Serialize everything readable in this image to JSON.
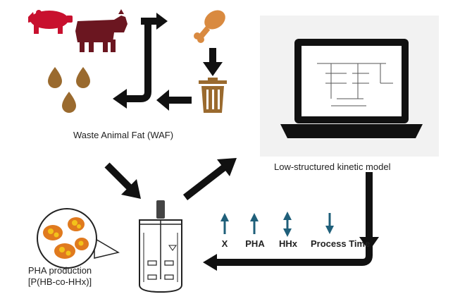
{
  "labels": {
    "waste_animal_fat": "Waste Animal Fat (WAF)",
    "model": "Low-structured kinetic model",
    "pha_production_line1": "PHA production",
    "pha_production_line2": "[P(HB-co-HHx)]"
  },
  "variables": [
    {
      "label": "X",
      "direction": "up"
    },
    {
      "label": "PHA",
      "direction": "up"
    },
    {
      "label": "HHx",
      "direction": "up-down"
    },
    {
      "label": "Process Time",
      "direction": "down"
    }
  ],
  "colors": {
    "animal_red": "#c8102e",
    "cow_maroon": "#6b1620",
    "fat_brown": "#9a6a2e",
    "arrow": "#111111",
    "variable_arrow": "#1f5f7a",
    "pha_yellow": "#f3c21a",
    "pha_orange": "#e07a1e",
    "screen_bg": "#f2f2f2"
  },
  "icons": [
    "pig-icon",
    "cow-icon",
    "chicken-leg-icon",
    "trash-can-icon",
    "fat-droplet-icon",
    "laptop-icon",
    "bioreactor-icon",
    "pha-granule-icon"
  ]
}
